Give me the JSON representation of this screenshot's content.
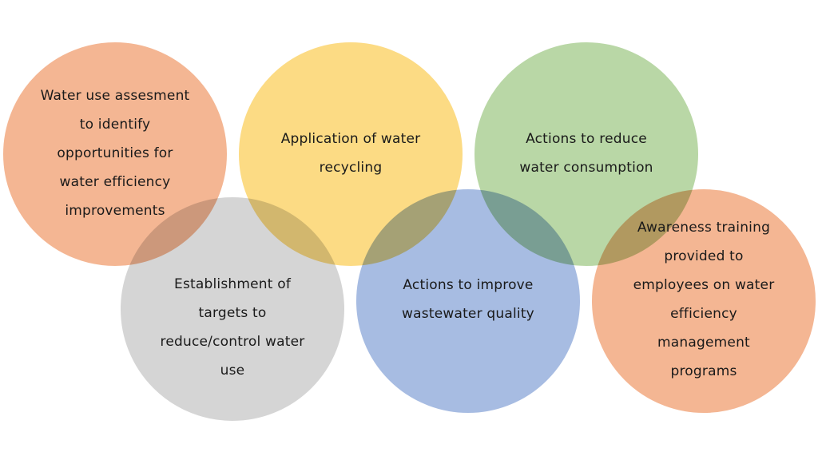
{
  "circles": [
    {
      "id": "assessment",
      "color": "#f4b08a",
      "lines": [
        "Water use assesment",
        "to identify",
        "opportunities for",
        "water efficiency",
        "improvements"
      ]
    },
    {
      "id": "recycling",
      "color": "#fcd87a",
      "lines": [
        "Application of water",
        "recycling"
      ]
    },
    {
      "id": "reduce-consumption",
      "color": "#b3d49e",
      "lines": [
        "Actions to reduce",
        "water consumption"
      ]
    },
    {
      "id": "targets",
      "color": "#d2d2d2",
      "lines": [
        "Establishment of",
        "targets to",
        "reduce/control water",
        "use"
      ]
    },
    {
      "id": "wastewater",
      "color": "#a0b6e0",
      "lines": [
        "Actions to improve",
        "wastewater quality"
      ]
    },
    {
      "id": "training",
      "color": "#f4b08a",
      "lines": [
        "Awareness training",
        "provided to",
        "employees on water",
        "efficiency",
        "management",
        "programs"
      ]
    }
  ]
}
